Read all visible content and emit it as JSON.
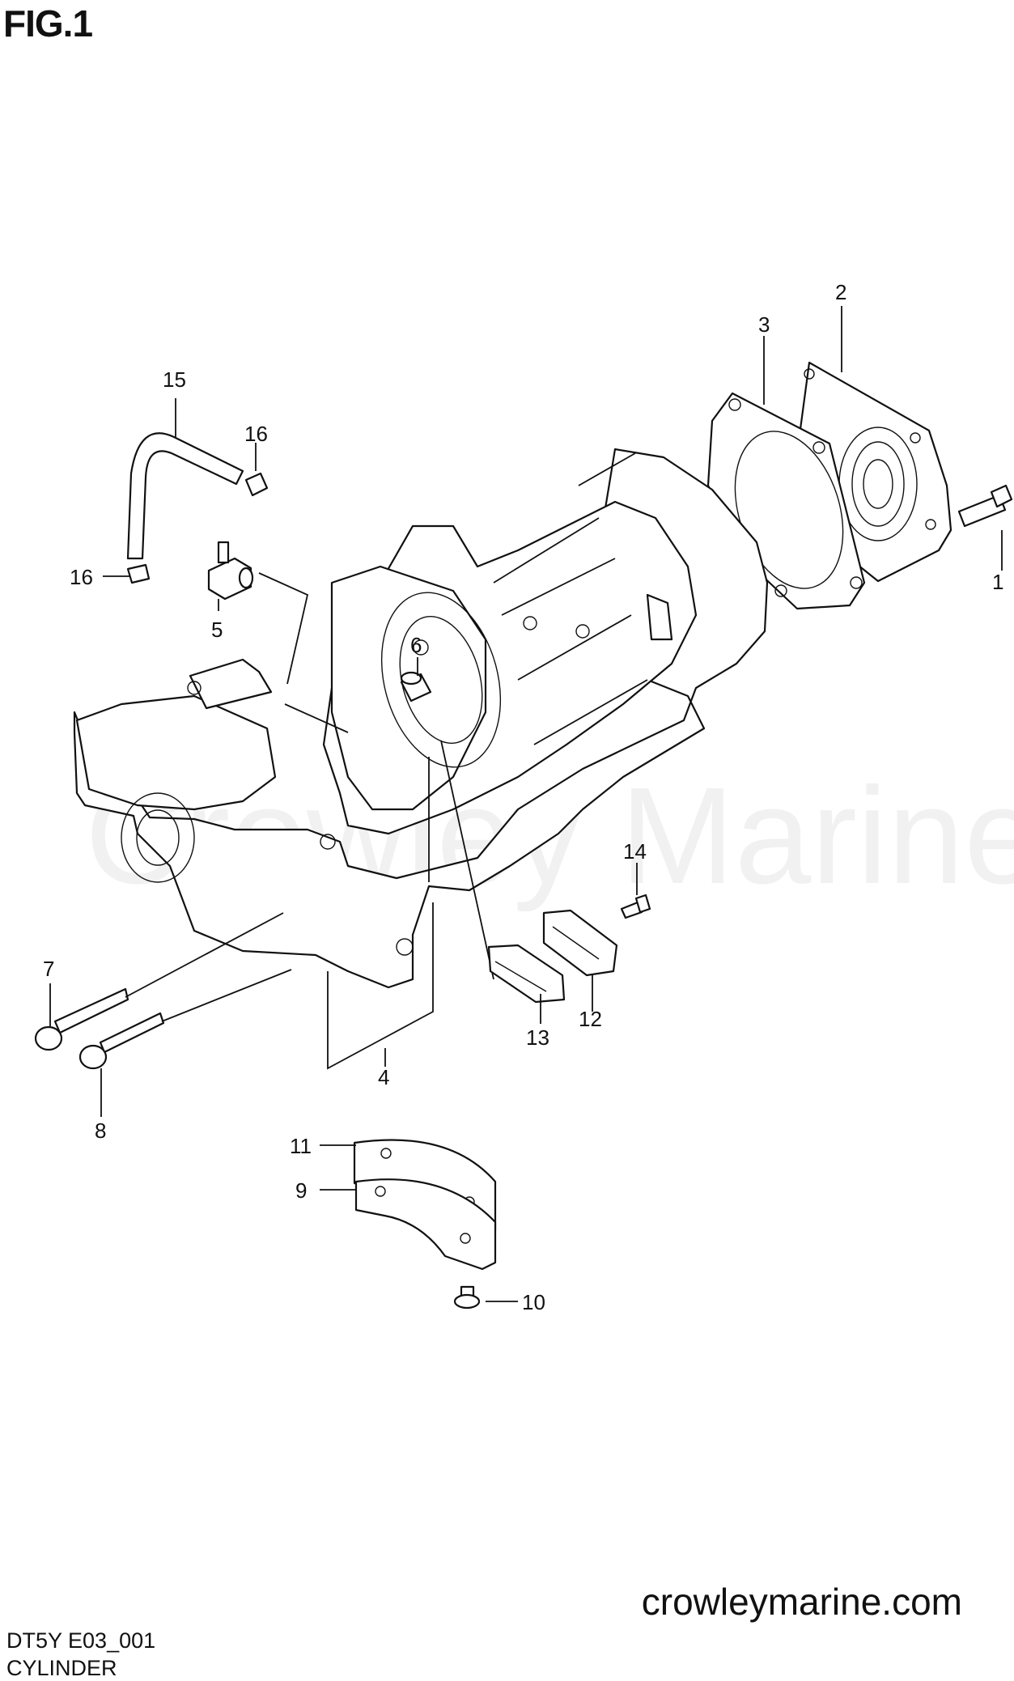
{
  "figure_title": "FIG.1",
  "watermark": "Crowley Marine",
  "website": "crowleymarine.com",
  "diagram_code": "DT5Y E03_001",
  "caption": "CYLINDER",
  "callouts": [
    "1",
    "2",
    "3",
    "4",
    "5",
    "6",
    "7",
    "8",
    "9",
    "10",
    "11",
    "12",
    "13",
    "14",
    "15",
    "16",
    "16"
  ]
}
